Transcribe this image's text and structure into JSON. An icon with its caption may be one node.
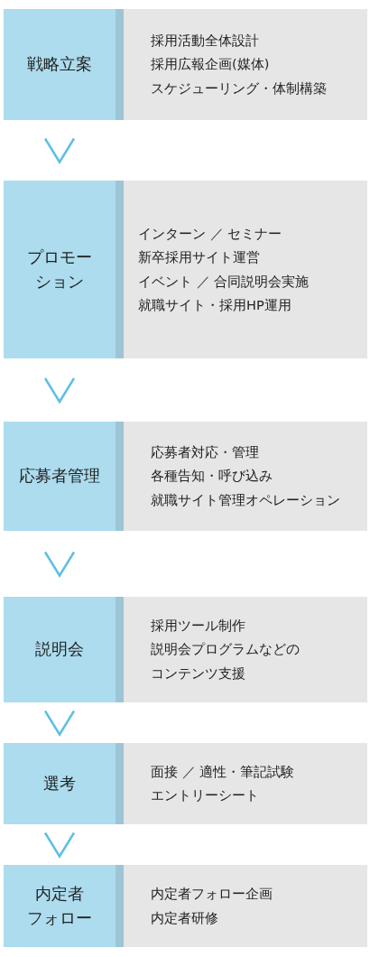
{
  "diagram": {
    "nodes": [
      {
        "text": [
          "戦略立案"
        ]
      },
      {
        "text": [
          "採用活動全体設計",
          "採用広報企画(媒体)",
          "スケジューリング・体制構築"
        ]
      },
      {
        "text": [
          "プロモーション"
        ]
      },
      {
        "text": [
          "インターン ／ セミナー",
          "新卒採用サイト運営",
          "イベント ／ 合同説明会実施",
          "就職サイト・採用HP運用"
        ]
      },
      {
        "text": [
          "応募者管理"
        ]
      },
      {
        "text": [
          "応募者対応・管理",
          "各種告知・呼び込み",
          "就職サイト管理オペレーション"
        ]
      },
      {
        "text": [
          "説明会"
        ]
      },
      {
        "text": [
          "採用ツール制作",
          "説明会プログラムなどの",
          "コンテンツ支援"
        ]
      },
      {
        "text": [
          "選考"
        ]
      },
      {
        "text": [
          "面接 ／ 適性・筆記試験",
          "エントリーシート"
        ]
      },
      {
        "text": [
          "内定者フォロー"
        ]
      },
      {
        "text": [
          "内定者フォロー企画",
          "内定者研修"
        ]
      }
    ],
    "edges": [
      {
        "from": 0,
        "to": 2,
        "arrow": "to"
      },
      {
        "from": 2,
        "to": 4,
        "arrow": "to"
      },
      {
        "from": 4,
        "to": 6,
        "arrow": "to"
      },
      {
        "from": 6,
        "to": 8,
        "arrow": "to"
      },
      {
        "from": 8,
        "to": 10,
        "arrow": "to"
      }
    ]
  }
}
